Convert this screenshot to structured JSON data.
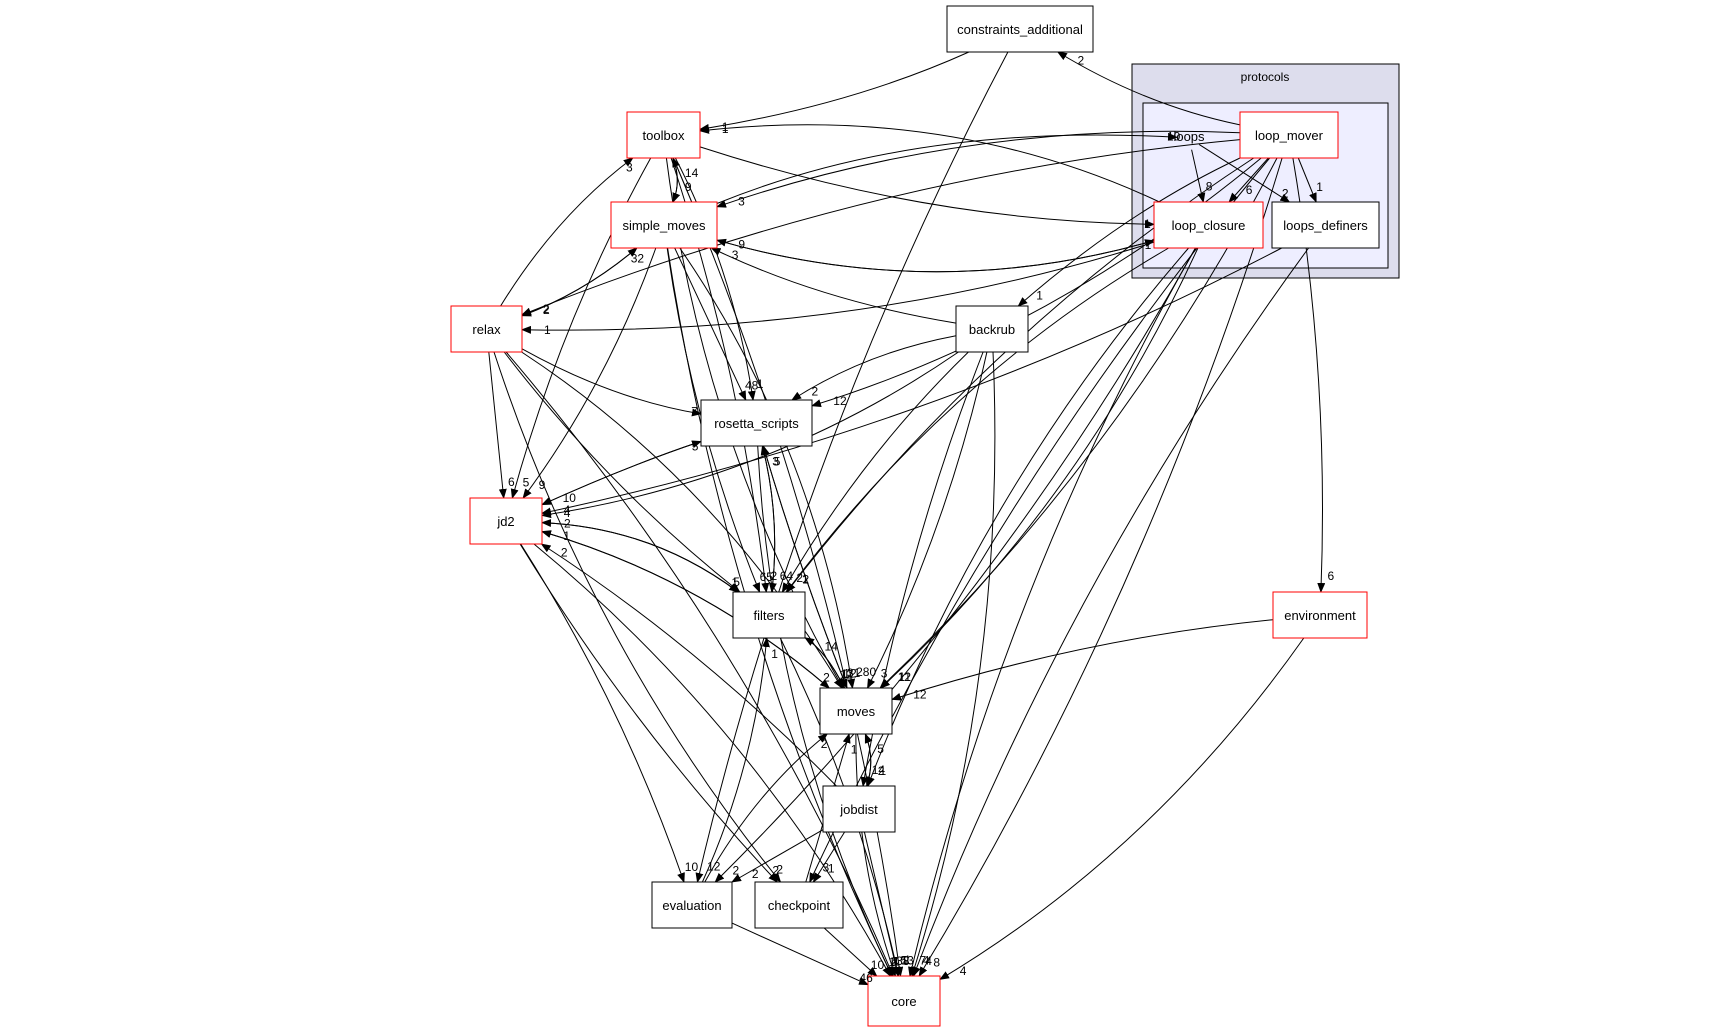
{
  "clusters": [
    {
      "id": "protocols",
      "label": "protocols",
      "fill": "#dddded",
      "stroke": "#000000"
    },
    {
      "id": "loops",
      "label": "loops",
      "fill": "#eeeeff",
      "stroke": "#000000"
    }
  ],
  "nodes": [
    {
      "id": "constraints_additional",
      "label": "constraints_additional",
      "border": "#000000"
    },
    {
      "id": "toolbox",
      "label": "toolbox",
      "border": "#ff0000"
    },
    {
      "id": "loop_mover",
      "label": "loop_mover",
      "border": "#ff0000"
    },
    {
      "id": "loop_closure",
      "label": "loop_closure",
      "border": "#ff0000"
    },
    {
      "id": "loops_definers",
      "label": "loops_definers",
      "border": "#000000"
    },
    {
      "id": "simple_moves",
      "label": "simple_moves",
      "border": "#ff0000"
    },
    {
      "id": "relax",
      "label": "relax",
      "border": "#ff0000"
    },
    {
      "id": "backrub",
      "label": "backrub",
      "border": "#000000"
    },
    {
      "id": "rosetta_scripts",
      "label": "rosetta_scripts",
      "border": "#000000"
    },
    {
      "id": "jd2",
      "label": "jd2",
      "border": "#ff0000"
    },
    {
      "id": "filters",
      "label": "filters",
      "border": "#000000"
    },
    {
      "id": "environment",
      "label": "environment",
      "border": "#ff0000"
    },
    {
      "id": "moves",
      "label": "moves",
      "border": "#000000"
    },
    {
      "id": "jobdist",
      "label": "jobdist",
      "border": "#000000"
    },
    {
      "id": "evaluation",
      "label": "evaluation",
      "border": "#000000"
    },
    {
      "id": "checkpoint",
      "label": "checkpoint",
      "border": "#000000"
    },
    {
      "id": "core",
      "label": "core",
      "border": "#ff0000"
    }
  ],
  "edges": [
    {
      "from": "constraints_additional",
      "to": "toolbox",
      "label": "1"
    },
    {
      "from": "constraints_additional",
      "to": "evaluation",
      "label": "12"
    },
    {
      "from": "loop_mover",
      "to": "constraints_additional",
      "label": "2"
    },
    {
      "from": "toolbox",
      "to": "simple_moves",
      "label": "9"
    },
    {
      "from": "simple_moves",
      "to": "toolbox",
      "label": "14"
    },
    {
      "from": "toolbox",
      "to": "loop_closure",
      "label": "1"
    },
    {
      "from": "toolbox",
      "to": "rosetta_scripts",
      "label": "1"
    },
    {
      "from": "toolbox",
      "to": "jd2",
      "label": "5"
    },
    {
      "from": "toolbox",
      "to": "filters",
      "label": "2"
    },
    {
      "from": "toolbox",
      "to": "moves",
      "label": "1"
    },
    {
      "from": "toolbox",
      "to": "core",
      "label": "1"
    },
    {
      "from": "loop_closure",
      "to": "toolbox",
      "label": "1"
    },
    {
      "from": "relax",
      "to": "toolbox",
      "label": "3"
    },
    {
      "from": "loops",
      "to": "loop_closure",
      "label": "8"
    },
    {
      "from": "loops",
      "to": "loops_definers",
      "label": "2"
    },
    {
      "from": "loop_mover",
      "to": "loop_closure",
      "label": "6"
    },
    {
      "from": "loop_mover",
      "to": "loops_definers",
      "label": "1"
    },
    {
      "from": "loop_mover",
      "to": "simple_moves",
      "label": "3"
    },
    {
      "from": "loop_mover",
      "to": "rosetta_scripts",
      "label": "12"
    },
    {
      "from": "loop_mover",
      "to": "filters",
      "label": "2"
    },
    {
      "from": "loop_mover",
      "to": "moves",
      "label": "12"
    },
    {
      "from": "loop_mover",
      "to": "backrub",
      "label": "1"
    },
    {
      "from": "loop_mover",
      "to": "environment",
      "label": "6"
    },
    {
      "from": "loop_mover",
      "to": "checkpoint",
      "label": "3"
    },
    {
      "from": "loop_mover",
      "to": "core",
      "label": "8"
    },
    {
      "from": "loop_mover",
      "to": "relax",
      "label": "2"
    },
    {
      "from": "loop_closure",
      "to": "simple_moves",
      "label": "9"
    },
    {
      "from": "simple_moves",
      "to": "loop_closure",
      "label": "1"
    },
    {
      "from": "loop_closure",
      "to": "relax",
      "label": "1"
    },
    {
      "from": "loop_closure",
      "to": "filters",
      "label": "1"
    },
    {
      "from": "loop_closure",
      "to": "moves",
      "label": "11"
    },
    {
      "from": "loop_closure",
      "to": "jobdist",
      "label": "1"
    },
    {
      "from": "loop_closure",
      "to": "evaluation",
      "label": "2"
    },
    {
      "from": "loop_closure",
      "to": "core",
      "label": "7"
    },
    {
      "from": "loops_definers",
      "to": "jd2",
      "label": "4"
    },
    {
      "from": "loops_definers",
      "to": "core",
      "label": "4"
    },
    {
      "from": "simple_moves",
      "to": "loops",
      "label": "10"
    },
    {
      "from": "simple_moves",
      "to": "relax",
      "label": "2"
    },
    {
      "from": "relax",
      "to": "simple_moves",
      "label": "32"
    },
    {
      "from": "simple_moves",
      "to": "rosetta_scripts",
      "label": "48"
    },
    {
      "from": "simple_moves",
      "to": "jd2",
      "label": "9"
    },
    {
      "from": "simple_moves",
      "to": "filters",
      "label": "65"
    },
    {
      "from": "simple_moves",
      "to": "moves",
      "label": "280"
    },
    {
      "from": "simple_moves",
      "to": "core",
      "label": "2"
    },
    {
      "from": "backrub",
      "to": "simple_moves",
      "label": "3"
    },
    {
      "from": "relax",
      "to": "rosetta_scripts",
      "label": "7"
    },
    {
      "from": "relax",
      "to": "jd2",
      "label": "6"
    },
    {
      "from": "relax",
      "to": "filters",
      "label": "5"
    },
    {
      "from": "relax",
      "to": "moves",
      "label": "12"
    },
    {
      "from": "relax",
      "to": "checkpoint",
      "label": "2"
    },
    {
      "from": "relax",
      "to": "core",
      "label": "1"
    },
    {
      "from": "backrub",
      "to": "rosetta_scripts",
      "label": "2"
    },
    {
      "from": "backrub",
      "to": "jd2",
      "label": "4"
    },
    {
      "from": "backrub",
      "to": "filters",
      "label": "2"
    },
    {
      "from": "backrub",
      "to": "moves",
      "label": "3"
    },
    {
      "from": "backrub",
      "to": "jobdist",
      "label": "14"
    },
    {
      "from": "backrub",
      "to": "core",
      "label": "4"
    },
    {
      "from": "rosetta_scripts",
      "to": "jd2",
      "label": "10"
    },
    {
      "from": "jd2",
      "to": "rosetta_scripts",
      "label": "5"
    },
    {
      "from": "rosetta_scripts",
      "to": "filters",
      "label": "64"
    },
    {
      "from": "filters",
      "to": "rosetta_scripts",
      "label": "3"
    },
    {
      "from": "rosetta_scripts",
      "to": "moves",
      "label": "31"
    },
    {
      "from": "moves",
      "to": "rosetta_scripts",
      "label": "5"
    },
    {
      "from": "rosetta_scripts",
      "to": "core",
      "label": "4"
    },
    {
      "from": "jd2",
      "to": "filters",
      "label": "1"
    },
    {
      "from": "filters",
      "to": "jd2",
      "label": "2"
    },
    {
      "from": "jd2",
      "to": "moves",
      "label": "2"
    },
    {
      "from": "moves",
      "to": "jd2",
      "label": "1"
    },
    {
      "from": "jd2",
      "to": "evaluation",
      "label": "10"
    },
    {
      "from": "jd2",
      "to": "checkpoint",
      "label": "2"
    },
    {
      "from": "jd2",
      "to": "core",
      "label": "1"
    },
    {
      "from": "jobdist",
      "to": "jd2",
      "label": "2"
    },
    {
      "from": "filters",
      "to": "moves",
      "label": "12"
    },
    {
      "from": "moves",
      "to": "filters",
      "label": "14"
    },
    {
      "from": "filters",
      "to": "core",
      "label": "1"
    },
    {
      "from": "environment",
      "to": "moves",
      "label": "12"
    },
    {
      "from": "environment",
      "to": "core",
      "label": "4"
    },
    {
      "from": "moves",
      "to": "jobdist",
      "label": "2"
    },
    {
      "from": "jobdist",
      "to": "moves",
      "label": "5"
    },
    {
      "from": "moves",
      "to": "core",
      "label": "38"
    },
    {
      "from": "jobdist",
      "to": "evaluation",
      "label": "2"
    },
    {
      "from": "jobdist",
      "to": "checkpoint",
      "label": "1"
    },
    {
      "from": "jobdist",
      "to": "core",
      "label": "53"
    },
    {
      "from": "evaluation",
      "to": "filters",
      "label": "1"
    },
    {
      "from": "evaluation",
      "to": "moves",
      "label": "2"
    },
    {
      "from": "evaluation",
      "to": "core",
      "label": "46"
    },
    {
      "from": "checkpoint",
      "to": "moves",
      "label": "1"
    },
    {
      "from": "checkpoint",
      "to": "core",
      "label": "10"
    }
  ]
}
